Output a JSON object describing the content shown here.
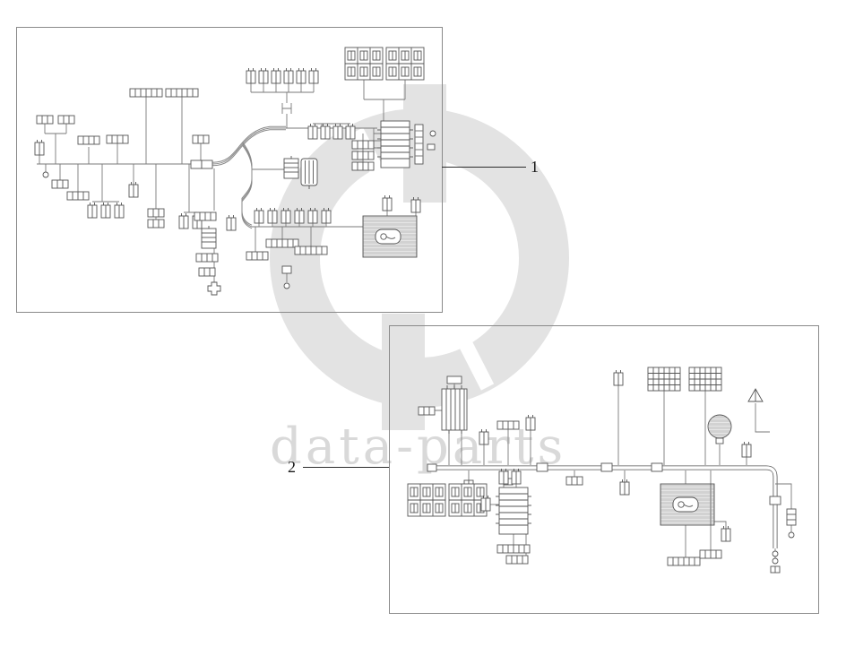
{
  "page": {
    "background": "#ffffff"
  },
  "watermark": {
    "text": "data-parts",
    "text_color": "#d9d9d9",
    "logo_color": "#e3e3e3"
  },
  "callouts": [
    {
      "label": "1"
    },
    {
      "label": "2"
    }
  ]
}
